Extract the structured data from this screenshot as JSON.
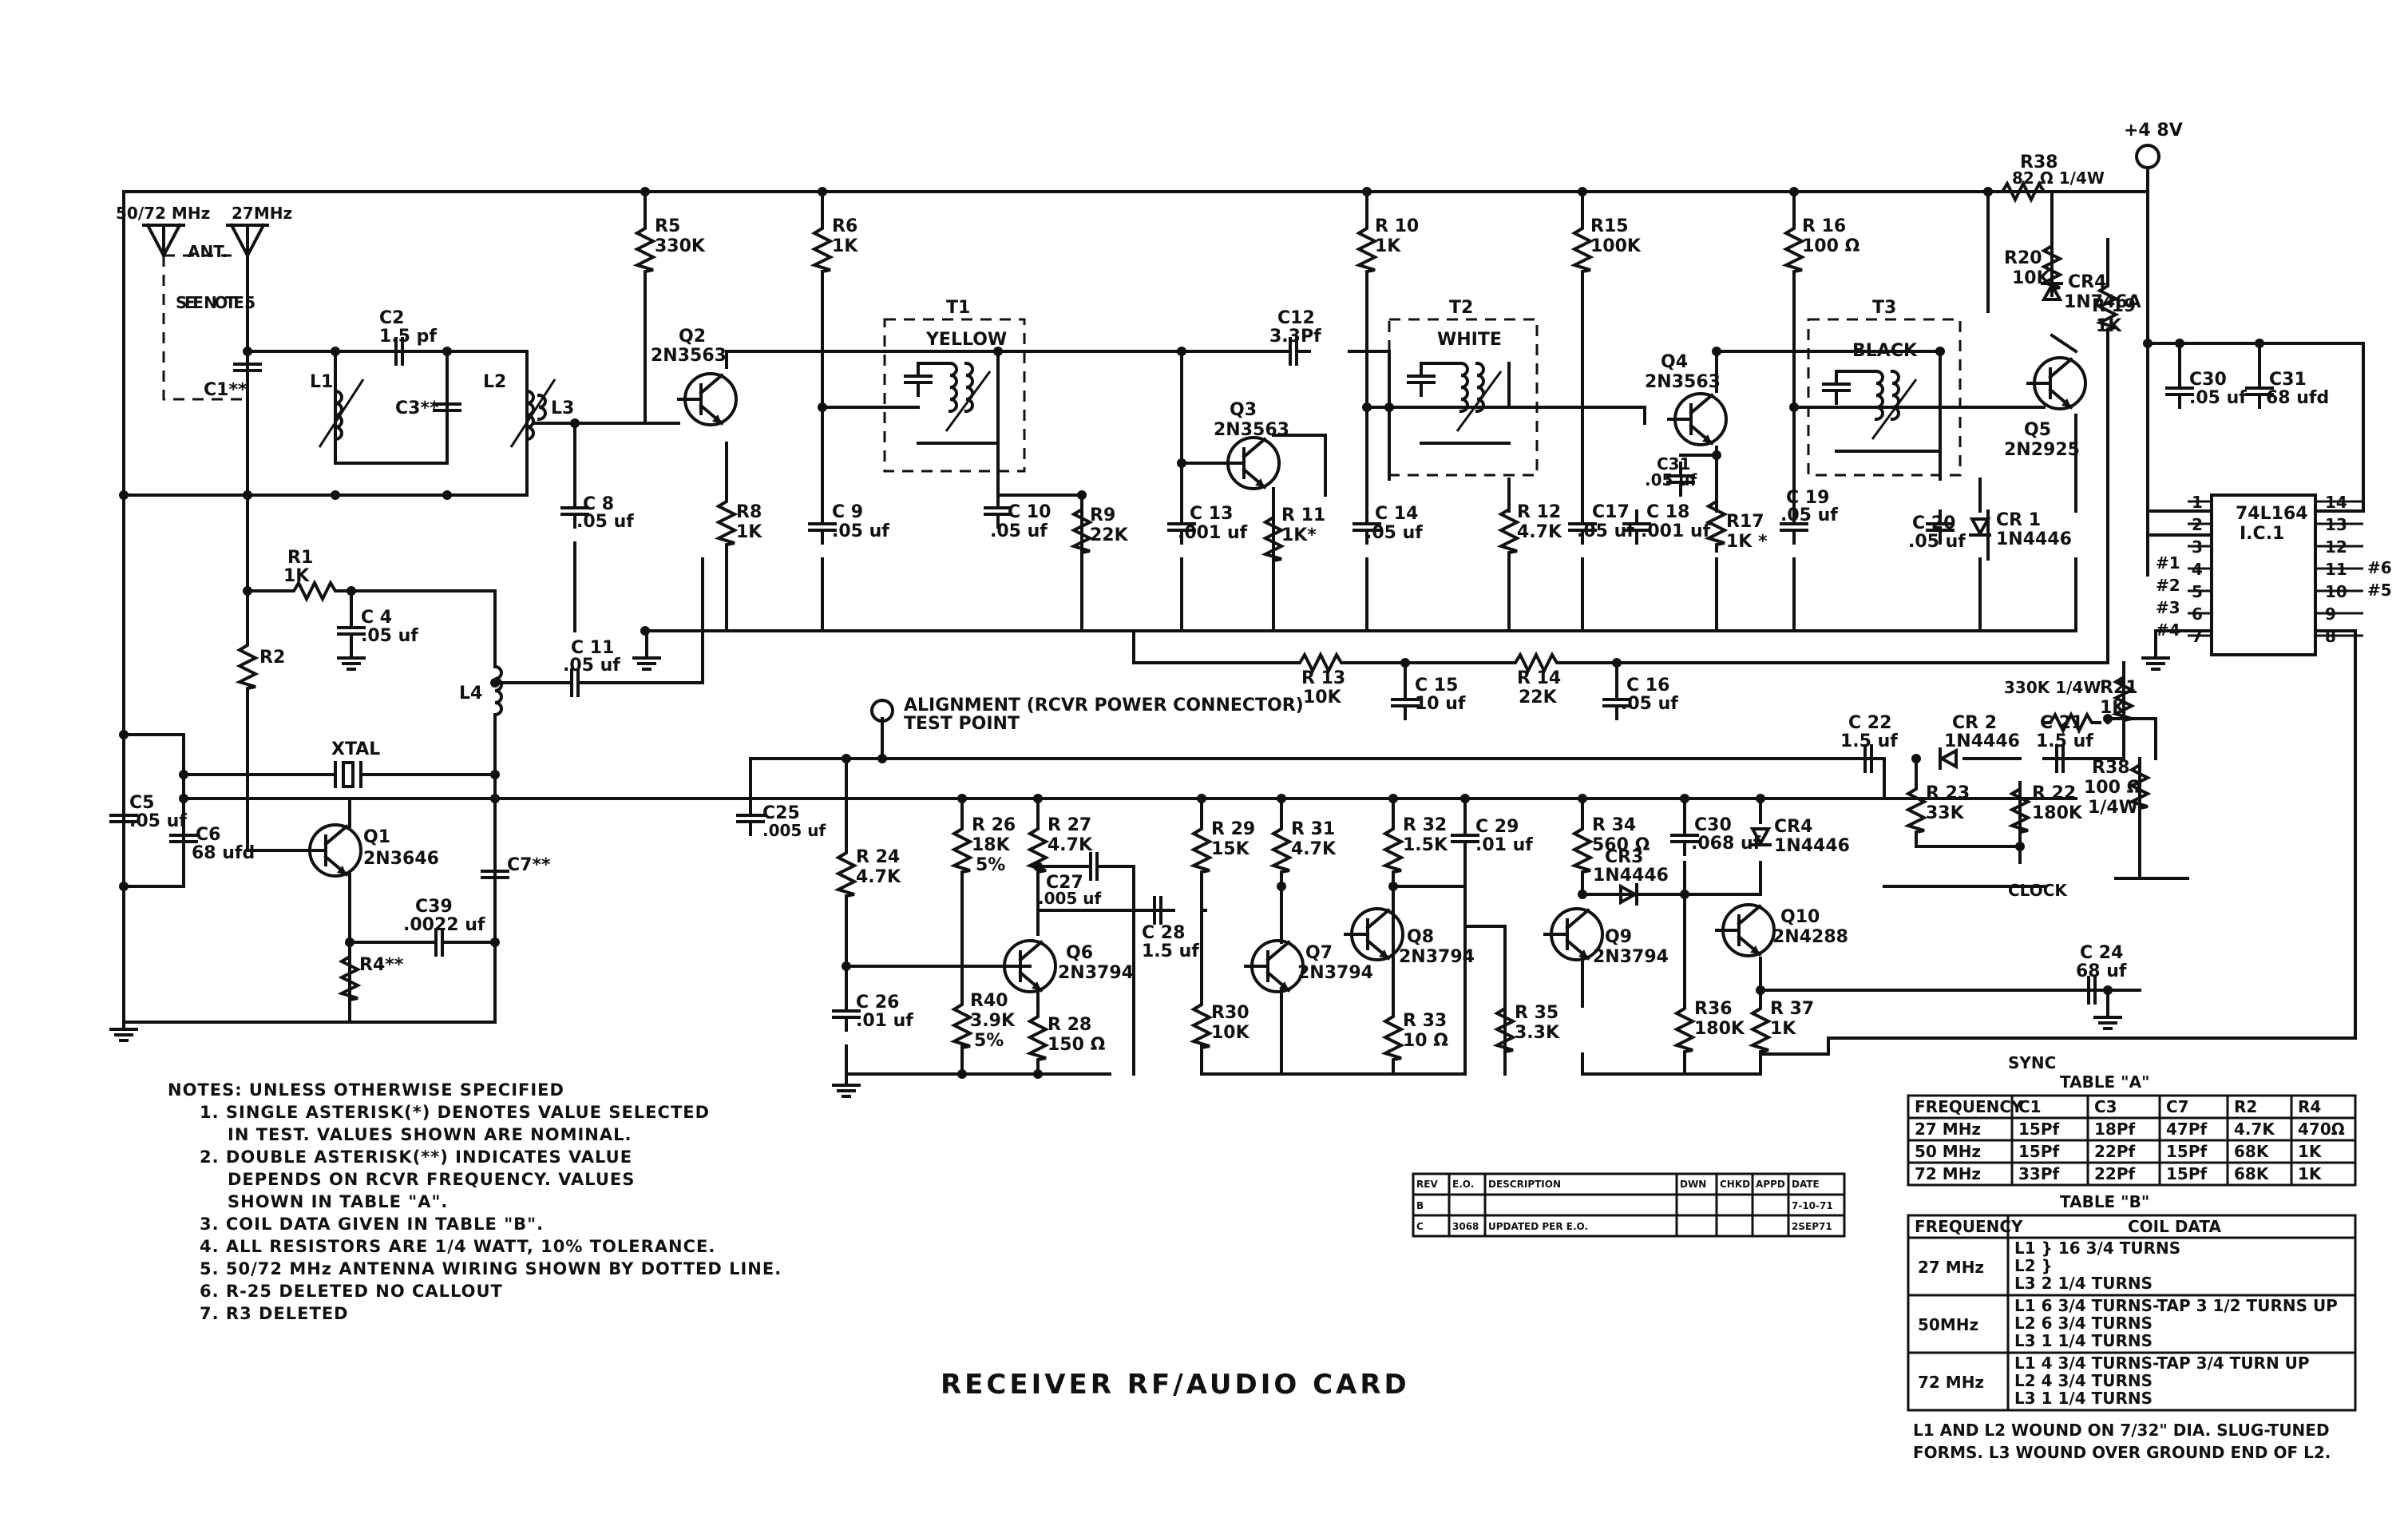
{
  "title": "RECEIVER RF/AUDIO CARD",
  "supply": "+4 8V",
  "antennas": {
    "a5072": "50/72 MHz",
    "a27": "27MHz",
    "ant": "ANT.",
    "see_note": "SEE NOTE 5"
  },
  "transformers": {
    "t1": "T1",
    "t1c": "YELLOW",
    "t2": "T2",
    "t2c": "WHITE",
    "t3": "T3",
    "t3c": "BLACK"
  },
  "transistors": {
    "q1": "Q1",
    "q1t": "2N3646",
    "q2": "Q2",
    "q2t": "2N3563",
    "q3": "Q3",
    "q3t": "2N3563",
    "q4": "Q4",
    "q4t": "2N3563",
    "q5": "Q5",
    "q5t": "2N2925",
    "q6": "Q6",
    "q6t": "2N3794",
    "q7": "Q7",
    "q7t": "2N3794",
    "q8": "Q8",
    "q8t": "2N3794",
    "q9": "Q9",
    "q9t": "2N3794",
    "q10": "Q10",
    "q10t": "2N4288"
  },
  "resistors": {
    "r1": "R1",
    "r1v": "1K",
    "r2": "R2",
    "r4": "R4**",
    "r5": "R5",
    "r5v": "330K",
    "r6": "R6",
    "r6v": "1K",
    "r8": "R8",
    "r8v": "1K",
    "r9": "R9",
    "r9v": "22K",
    "r10": "R 10",
    "r10v": "1K",
    "r11": "R 11",
    "r11v": "1K*",
    "r12": "R 12",
    "r12v": "4.7K",
    "r13": "R 13",
    "r13v": "10K",
    "r14": "R 14",
    "r14v": "22K",
    "r15": "R15",
    "r15v": "100K",
    "r16": "R 16",
    "r16v": "100 Ω",
    "r17": "R17",
    "r17v": "1K *",
    "r19": "R 19",
    "r19v": "1K",
    "r20": "R20",
    "r20v": "10K",
    "r21": "R21",
    "r21v": "1K",
    "r22": "R 22",
    "r22v": "180K",
    "r23": "R 23",
    "r23v": "33K",
    "r24": "R 24",
    "r24v": "4.7K",
    "r26": "R 26",
    "r26v": "18K",
    "r26t": "5%",
    "r27": "R 27",
    "r27v": "4.7K",
    "r28": "R 28",
    "r28v": "150 Ω",
    "r29": "R 29",
    "r29v": "15K",
    "r30": "R30",
    "r30v": "10K",
    "r31": "R 31",
    "r31v": "4.7K",
    "r32": "R 32",
    "r32v": "1.5K",
    "r33": "R 33",
    "r33v": "10 Ω",
    "r34": "R 34",
    "r34v": "560 Ω",
    "r35": "R 35",
    "r35v": "3.3K",
    "r36": "R36",
    "r36v": "180K",
    "r37": "R 37",
    "r37v": "1K",
    "r38a": "R38",
    "r38av": "82 Ω 1/4W",
    "r38b": "R38",
    "r38bv": "100 Ω",
    "r38bw": "1/4W",
    "r40": "R40",
    "r40v": "3.9K",
    "r40t": "5%",
    "r330k": "330K 1/4W"
  },
  "capacitors": {
    "c1": "C1**",
    "c2": "C2",
    "c2v": "1.5 pf",
    "c3": "C3**",
    "c4": "C 4",
    "c4v": ".05 uf",
    "c5": "C5",
    "c5v": ".05 uf",
    "c6": "C6",
    "c6v": "68 ufd",
    "c7": "C7**",
    "c8": "C 8",
    "c8v": ".05 uf",
    "c9": "C 9",
    "c9v": ".05 uf",
    "c10": "C 10",
    "c10v": ".05 uf",
    "c11": "C 11",
    "c11v": ".05 uf",
    "c12": "C12",
    "c12v": "3.3Pf",
    "c13": "C 13",
    "c13v": ".001 uf",
    "c14": "C 14",
    "c14v": ".05 uf",
    "c15": "C 15",
    "c15v": "10 uf",
    "c16": "C 16",
    "c16v": ".05 uf",
    "c17": "C17",
    "c17v": ".05 uf",
    "c18": "C 18",
    "c18v": ".001 uf",
    "c19": "C 19",
    "c19v": ".05 uf",
    "c20": "C 20",
    "c20v": ".05 uf",
    "c21": "C 21",
    "c21v": "1.5 uf",
    "c22": "C 22",
    "c22v": "1.5 uf",
    "c24": "C 24",
    "c24v": "68 uf",
    "c25": "C25",
    "c25v": ".005 uf",
    "c26": "C 26",
    "c26v": ".01 uf",
    "c27": "C27",
    "c27v": ".005 uf",
    "c28": "C 28",
    "c28v": "1.5 uf",
    "c29": "C 29",
    "c29v": ".01 uf",
    "c30a": "C30",
    "c30av": ".068 uf",
    "c30b": "C30",
    "c30bv": ".05 uf",
    "c31a": "C31",
    "c31av": ".05 uf",
    "c31b": "C31",
    "c31bv": "68 ufd",
    "c39": "C39",
    "c39v": ".0022 uf"
  },
  "diodes": {
    "cr1": "CR 1",
    "cr1t": "1N4446",
    "cr2": "CR 2",
    "cr2t": "1N4446",
    "cr3": "CR3",
    "cr3t": "1N4446",
    "cr4a": "CR4",
    "cr4at": "1N746A",
    "cr4b": "CR4",
    "cr4bt": "1N4446"
  },
  "inductors": {
    "l1": "L1",
    "l2": "L2",
    "l3": "L3",
    "l4": "L4",
    "xtal": "XTAL"
  },
  "ic": {
    "name": "74L164",
    "ref": "I.C.1",
    "pins_left": [
      "1",
      "2",
      "3",
      "4",
      "5",
      "6",
      "7"
    ],
    "pins_right": [
      "14",
      "13",
      "12",
      "11",
      "10",
      "9",
      "8"
    ],
    "ext_left": [
      "#1",
      "#2",
      "#3",
      "#4"
    ],
    "ext_right": [
      "#6",
      "#5"
    ]
  },
  "alignment": {
    "l1": "ALIGNMENT (RCVR POWER CONNECTOR)",
    "l2": "TEST POINT"
  },
  "signals": {
    "clock": "CLOCK",
    "sync": "SYNC"
  },
  "notes": {
    "heading": "NOTES: UNLESS OTHERWISE SPECIFIED",
    "lines": [
      "1. SINGLE ASTERISK(*) DENOTES VALUE SELECTED",
      "IN TEST. VALUES SHOWN ARE NOMINAL.",
      "2. DOUBLE ASTERISK(**) INDICATES VALUE",
      "DEPENDS ON RCVR FREQUENCY. VALUES",
      "SHOWN IN TABLE \"A\".",
      "3. COIL DATA GIVEN IN TABLE \"B\".",
      "4. ALL RESISTORS ARE 1/4 WATT, 10% TOLERANCE.",
      "5. 50/72 MHz ANTENNA WIRING SHOWN BY DOTTED LINE.",
      "6. R-25 DELETED NO CALLOUT",
      "7. R3 DELETED"
    ]
  },
  "rev_block": {
    "headers": [
      "REV",
      "E.O.",
      "DESCRIPTION",
      "DWN",
      "CHKD",
      "APPD",
      "DATE"
    ],
    "rows": [
      [
        "B",
        "",
        "",
        "",
        "",
        "",
        "7-10-71"
      ],
      [
        "C",
        "3068",
        "UPDATED PER E.O.",
        "",
        "",
        "",
        "2SEP71"
      ]
    ]
  },
  "table_a": {
    "title": "TABLE \"A\"",
    "headers": [
      "FREQUENCY",
      "C1",
      "C3",
      "C7",
      "R2",
      "R4"
    ],
    "rows": [
      [
        "27 MHz",
        "15Pf",
        "18Pf",
        "47Pf",
        "4.7K",
        "470Ω"
      ],
      [
        "50 MHz",
        "15Pf",
        "22Pf",
        "15Pf",
        "68K",
        "1K"
      ],
      [
        "72 MHz",
        "33Pf",
        "22Pf",
        "15Pf",
        "68K",
        "1K"
      ]
    ]
  },
  "table_b": {
    "title": "TABLE \"B\"",
    "headers": [
      "FREQUENCY",
      "COIL DATA"
    ],
    "rows": [
      {
        "freq": "27 MHz",
        "lines": [
          "L1 } 16 3/4 TURNS",
          "L2 }",
          "L3 2 1/4 TURNS"
        ]
      },
      {
        "freq": "50MHz",
        "lines": [
          "L1 6 3/4 TURNS-TAP 3 1/2 TURNS UP",
          "L2 6 3/4 TURNS",
          "L3 1 1/4 TURNS"
        ]
      },
      {
        "freq": "72 MHz",
        "lines": [
          "L1 4 3/4 TURNS-TAP 3/4 TURN UP",
          "L2 4 3/4 TURNS",
          "L3 1 1/4 TURNS"
        ]
      }
    ],
    "footnote": [
      "L1 AND L2 WOUND ON 7/32\" DIA. SLUG-TUNED",
      "FORMS. L3 WOUND OVER GROUND END OF L2."
    ]
  }
}
